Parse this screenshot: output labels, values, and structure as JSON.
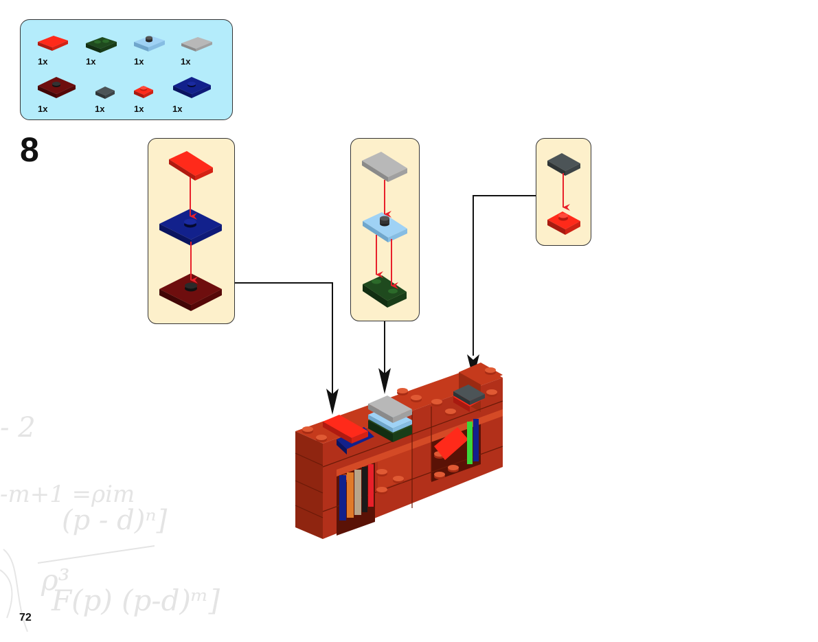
{
  "step": {
    "number": "8"
  },
  "page": {
    "number": "72"
  },
  "parts_list": [
    {
      "qty": "1x",
      "color": "#ff2a1a",
      "name": "red-tile-1x2"
    },
    {
      "qty": "1x",
      "color": "#1f4a1e",
      "name": "dark-green-plate-1x2"
    },
    {
      "qty": "1x",
      "color": "#9fd2f5",
      "name": "light-blue-jumper-plate-1x2"
    },
    {
      "qty": "1x",
      "color": "#b8b8b8",
      "name": "light-gray-tile-1x2"
    },
    {
      "qty": "1x",
      "color": "#6e0e0e",
      "name": "dark-red-jumper-plate-2x2"
    },
    {
      "qty": "1x",
      "color": "#4c5457",
      "name": "dark-gray-tile-1x1"
    },
    {
      "qty": "1x",
      "color": "#ff2a1a",
      "name": "red-plate-1x1"
    },
    {
      "qty": "1x",
      "color": "#12218c",
      "name": "blue-jumper-plate-2x2"
    }
  ],
  "colors": {
    "parts_box_bg": "#b4ecfb",
    "callout_bg": "#fdf0cb",
    "arrow_red": "#e8202a",
    "brick_reddish_brown": "#b8321a"
  }
}
